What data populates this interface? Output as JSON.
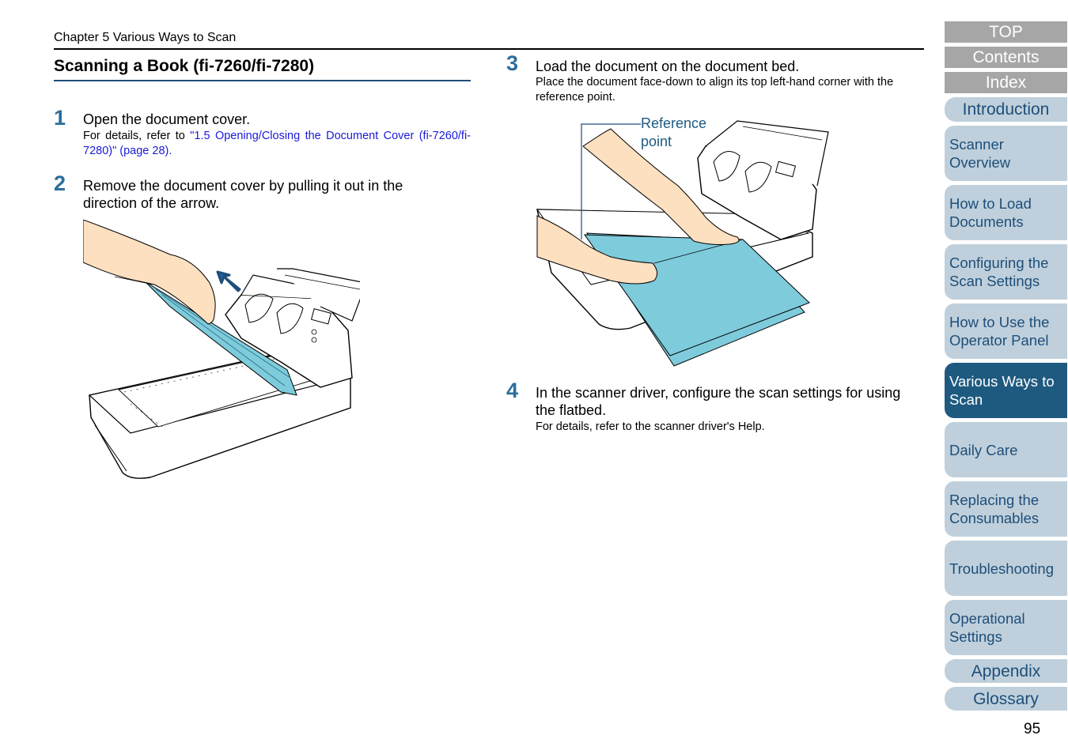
{
  "header": {
    "chapter": "Chapter 5 Various Ways to Scan"
  },
  "section": {
    "title": "Scanning a Book (fi-7260/fi-7280)"
  },
  "steps": [
    {
      "num": "1",
      "main": "Open the document cover.",
      "sub_prefix": "For details, refer to ",
      "sub_link": "\"1.5 Opening/Closing the Document Cover (fi-7260/fi-7280)\" (page 28)."
    },
    {
      "num": "2",
      "main": "Remove the document cover by pulling it out in the direction of the arrow."
    },
    {
      "num": "3",
      "main": "Load the document on the document bed.",
      "sub": "Place the document face-down to align its top left-hand corner with the reference point."
    },
    {
      "num": "4",
      "main": "In the scanner driver, configure the scan settings for using the flatbed.",
      "sub": "For details, refer to the scanner driver's Help."
    }
  ],
  "figure3": {
    "callout_line1": "Reference",
    "callout_line2": "point"
  },
  "nav": {
    "top": "TOP",
    "contents": "Contents",
    "index": "Index",
    "introduction": "Introduction",
    "scanner_overview": "Scanner Overview",
    "how_to_load": "How to Load Documents",
    "configuring": "Configuring the Scan Settings",
    "operator_panel": "How to Use the Operator Panel",
    "various_ways": "Various Ways to Scan",
    "daily_care": "Daily Care",
    "replacing": "Replacing the Consumables",
    "troubleshooting": "Troubleshooting",
    "operational": "Operational Settings",
    "appendix": "Appendix",
    "glossary": "Glossary"
  },
  "page_number": "95",
  "colors": {
    "accent": "#1e5a80",
    "nav_bg": "#bfd0dc",
    "nav_text": "#1e4e79",
    "paper": "#7ecbdc",
    "link": "#1a1adb"
  }
}
